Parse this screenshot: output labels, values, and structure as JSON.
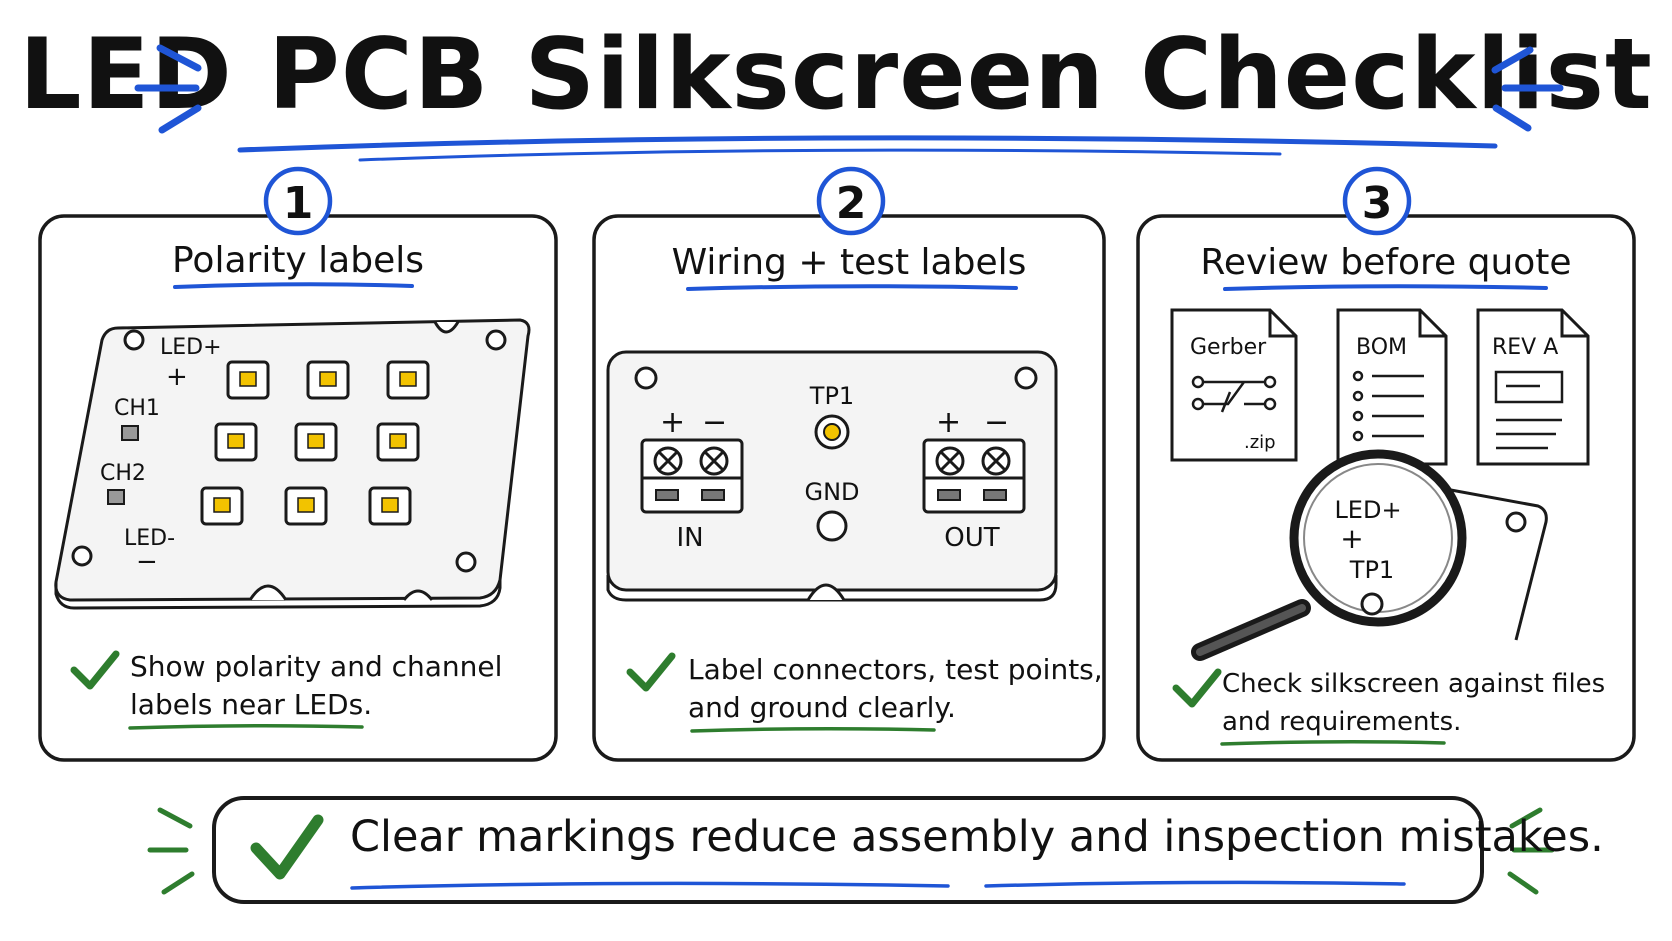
{
  "title": "LED PCB Silkscreen Checklist",
  "colors": {
    "accent_blue": "#1f55d6",
    "check_green": "#2e7d2e",
    "ink": "#1a1a1a",
    "led_yellow": "#f2c300"
  },
  "panels": [
    {
      "number": "1",
      "heading": "Polarity labels",
      "board_labels": {
        "led_plus": "LED+",
        "plus": "+",
        "ch1": "CH1",
        "ch2": "CH2",
        "led_minus": "LED-",
        "minus": "−"
      },
      "caption_lines": [
        "Show polarity and channel",
        "labels near LEDs."
      ]
    },
    {
      "number": "2",
      "heading": "Wiring + test labels",
      "board_labels": {
        "in_plus": "+",
        "in_minus": "−",
        "in": "IN",
        "tp1": "TP1",
        "gnd": "GND",
        "out_plus": "+",
        "out_minus": "−",
        "out": "OUT"
      },
      "caption_lines": [
        "Label connectors, test points,",
        "and ground clearly."
      ]
    },
    {
      "number": "3",
      "heading": "Review before quote",
      "documents": {
        "gerber": "Gerber",
        "zip": ".zip",
        "bom": "BOM",
        "rev": "REV A"
      },
      "magnifier_labels": {
        "led_plus": "LED+",
        "plus": "+",
        "tp1": "TP1"
      },
      "caption_lines": [
        "Check silkscreen against files",
        "and requirements."
      ]
    }
  ],
  "footer": {
    "text": "Clear markings reduce assembly and inspection mistakes."
  }
}
